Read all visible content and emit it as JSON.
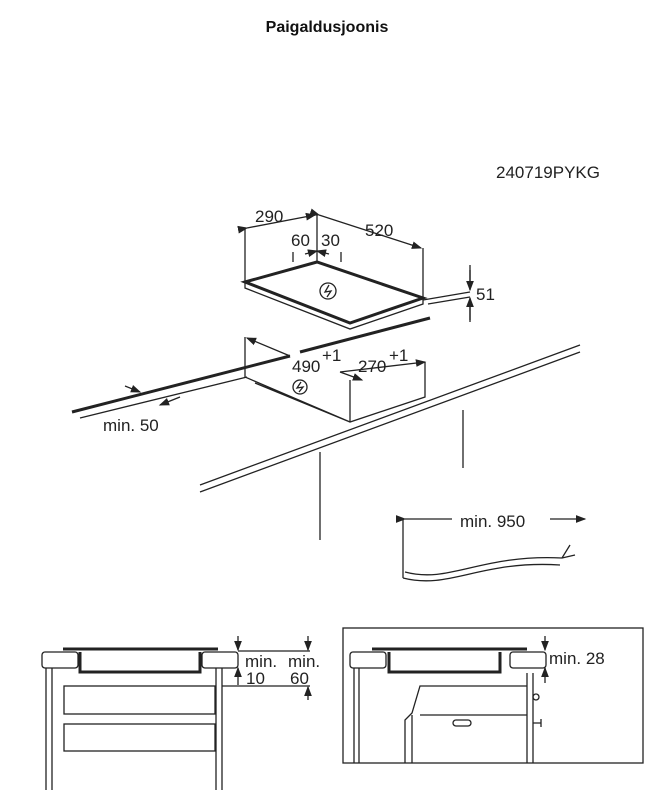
{
  "title": "Paigaldusjoonis",
  "model_code": "240719PYKG",
  "dimensions": {
    "width": "290",
    "depth": "520",
    "offset_left": "60",
    "offset_right": "30",
    "height": "51",
    "cutout_depth": "490",
    "cutout_width": "270",
    "tolerance": "+1",
    "min_edge": "min. 50",
    "min_cable": "min. 950",
    "min_label": "min.",
    "min_10": "10",
    "min_60": "60",
    "min_28": "min. 28"
  }
}
